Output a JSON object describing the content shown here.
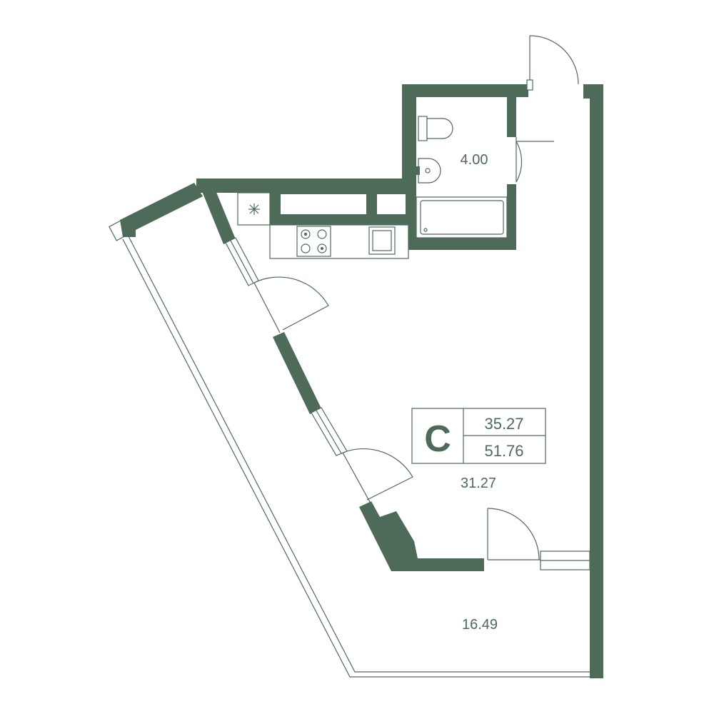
{
  "plan": {
    "apartment_type": "C",
    "area_living": "35.27",
    "area_total": "51.76",
    "rooms": {
      "bathroom_area": "4.00",
      "main_room_area": "31.27",
      "loggia_area": "16.49"
    },
    "colors": {
      "wall": "#4d6b58",
      "background": "#ffffff"
    },
    "icons": [
      "toilet-icon",
      "sink-icon",
      "bathtub-icon",
      "stove-icon",
      "kitchen-sink-icon",
      "ventilation-icon"
    ]
  }
}
